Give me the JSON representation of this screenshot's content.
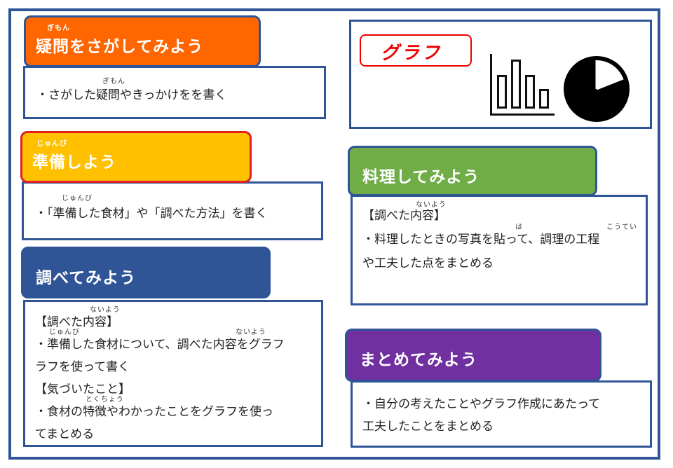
{
  "gimon": {
    "title_ruby": "ぎもん",
    "title": "疑問をさがしてみよう",
    "body_ruby": "ぎもん",
    "body": "・さがした疑問やきっかけをを書く",
    "color": "#ff6600"
  },
  "junbi": {
    "title_ruby": "じゅんび",
    "title": "準備しよう",
    "body_ruby": "じゅんび",
    "body": "・「準備した食材」や「調べた方法」を書く",
    "color": "#ffc000"
  },
  "shirabe": {
    "title": "調べてみよう",
    "color": "#2f5597",
    "lines": [
      {
        "ruby": "ないよう",
        "text": "【調べた内容】"
      },
      {
        "ruby": "じゅんび",
        "ruby2": "ないよう",
        "text": "・準備した食材について、調べた内容をグラフ"
      },
      {
        "text": "ラフを使って書く"
      },
      {
        "text": "【気づいたこと】"
      },
      {
        "ruby": "とくちょう",
        "text": "・食材の特徴やわかったことをグラフを使っ"
      },
      {
        "text": "てまとめる"
      }
    ]
  },
  "graph": {
    "label": "グラフ",
    "label_color": "#ee0000",
    "icons": [
      "bar-chart-icon",
      "pie-chart-icon"
    ]
  },
  "ryouri": {
    "title": "料理してみよう",
    "color": "#70ad47",
    "lines": [
      {
        "ruby": "ないよう",
        "text": "【調べた内容】"
      },
      {
        "ruby": "は",
        "ruby2": "こうてい",
        "text": "・料理したときの写真を貼って、調理の工程"
      },
      {
        "text": "や工夫した点をまとめる"
      }
    ]
  },
  "matome": {
    "title": "まとめてみよう",
    "color": "#7030a0",
    "lines": [
      {
        "text": "・自分の考えたことやグラフ作成にあたって"
      },
      {
        "text": "工夫したことをまとめる"
      }
    ]
  }
}
